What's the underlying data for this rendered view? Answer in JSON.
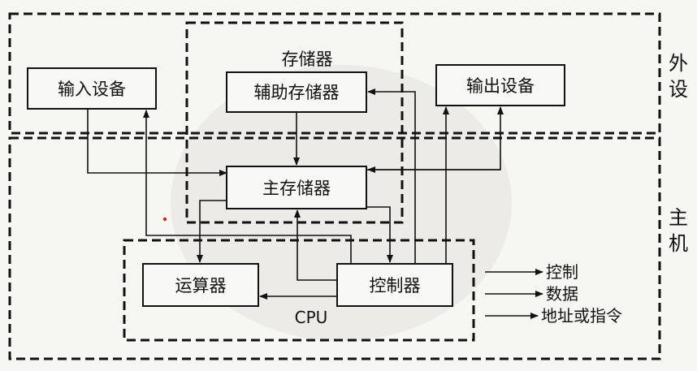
{
  "diagram": {
    "regions": {
      "peripheral_label": "外设",
      "host_label": "主机",
      "memory_group_label": "存储器",
      "cpu_label": "CPU"
    },
    "nodes": {
      "input_device": "输入设备",
      "aux_storage": "辅助存储器",
      "output_device": "输出设备",
      "main_memory": "主存储器",
      "alu": "运算器",
      "controller": "控制器"
    },
    "legend": {
      "control": "控制",
      "data": "数据",
      "address_or_instruction": "地址或指令"
    }
  }
}
